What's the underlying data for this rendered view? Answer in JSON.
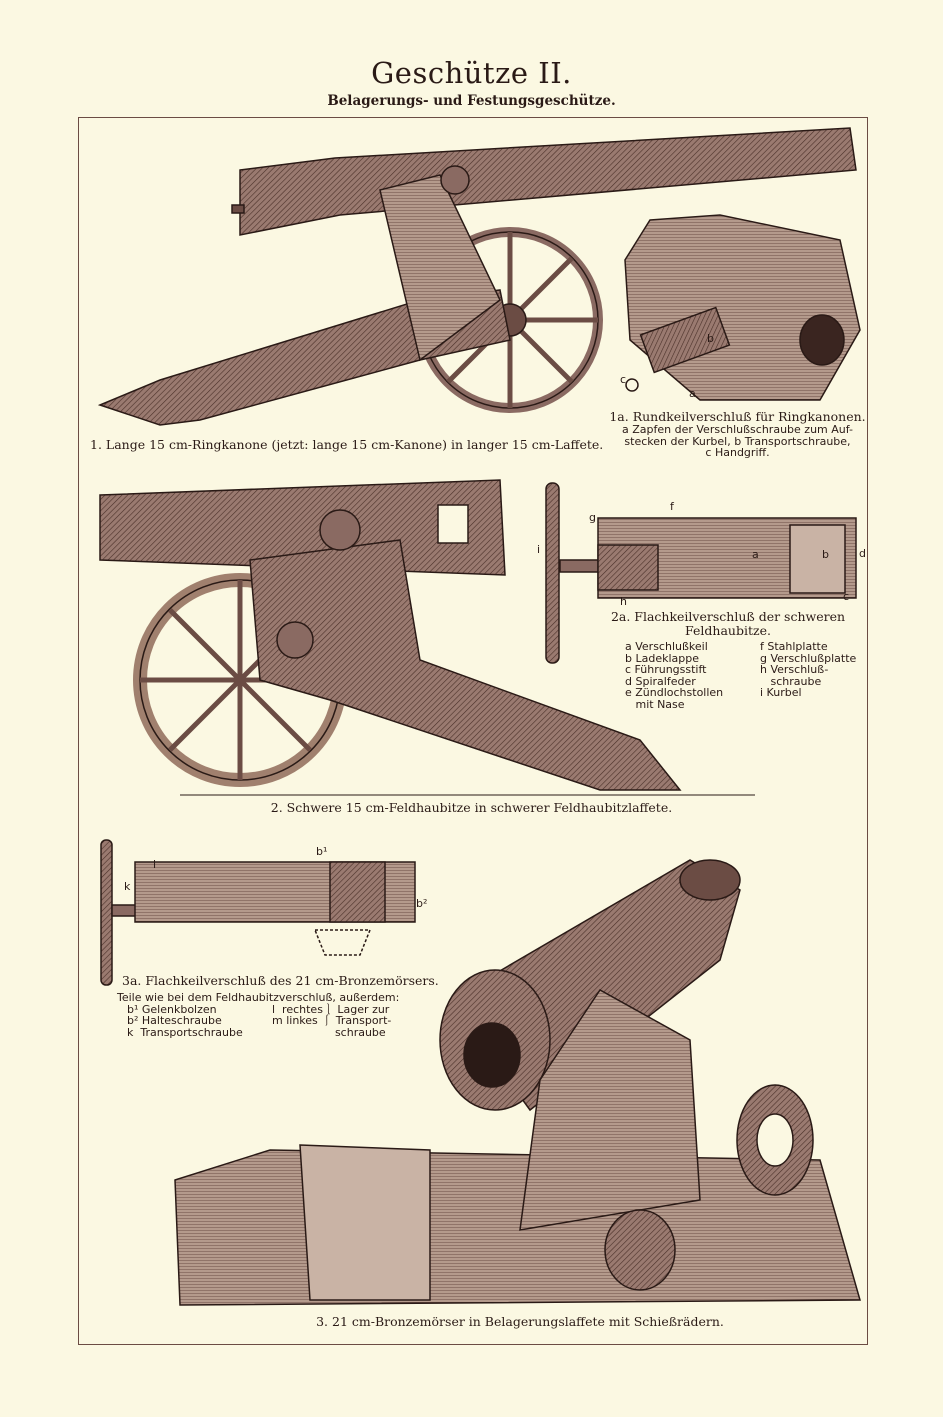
{
  "title": "Geschütze II.",
  "subtitle": "Belagerungs- und Festungsgeschütze.",
  "figures": {
    "fig1": {
      "caption": "1. Lange 15 cm-Ringkanone (jetzt: lange 15 cm-Kanone) in langer 15 cm-Laffete."
    },
    "fig1a": {
      "title": "1a. Rundkeilverschluß für Ringkanonen.",
      "legend": [
        "a Zapfen der Verschlußschraube zum Auf-",
        "stecken der Kurbel, b Transportschraube,",
        "c Handgriff."
      ],
      "labels": [
        "a",
        "b",
        "c"
      ]
    },
    "fig2": {
      "caption": "2. Schwere 15 cm-Feldhaubitze in schwerer Feldhaubitzlaffete."
    },
    "fig2a": {
      "title_line1": "2a. Flachkeilverschluß der schweren",
      "title_line2": "Feldhaubitze.",
      "legend_left": [
        "a Verschlußkeil",
        "b Ladeklappe",
        "c Führungsstift",
        "d Spiralfeder",
        "e Zündlochstollen",
        "   mit Nase"
      ],
      "legend_right": [
        "f Stahlplatte",
        "g Verschlußplatte",
        "h Verschluß-",
        "   schraube",
        "i Kurbel",
        ""
      ],
      "labels": [
        "f",
        "g",
        "i",
        "a",
        "b",
        "d",
        "h",
        "c"
      ]
    },
    "fig3a": {
      "title": "3a. Flachkeilverschluß des 21 cm-Bronzemörsers.",
      "intro": "Teile wie bei dem Feldhaubitzverschluß, außerdem:",
      "legend_left": [
        "b¹ Gelenkbolzen",
        "b² Halteschraube",
        "k  Transportschraube"
      ],
      "legend_right": [
        "l  rechtes⎱ Lager zur",
        "m linkes ⎰ Transport-",
        "                  schraube"
      ],
      "labels": [
        "b¹",
        "b²",
        "k",
        "l"
      ]
    },
    "fig3": {
      "caption": "3. 21 cm-Bronzemörser in Belagerungslaffete mit Schießrädern."
    }
  },
  "colors": {
    "paper": "#fbf8e2",
    "ink": "#2a1a16",
    "metal": "#8a6a62",
    "wood": "#a0806e"
  }
}
